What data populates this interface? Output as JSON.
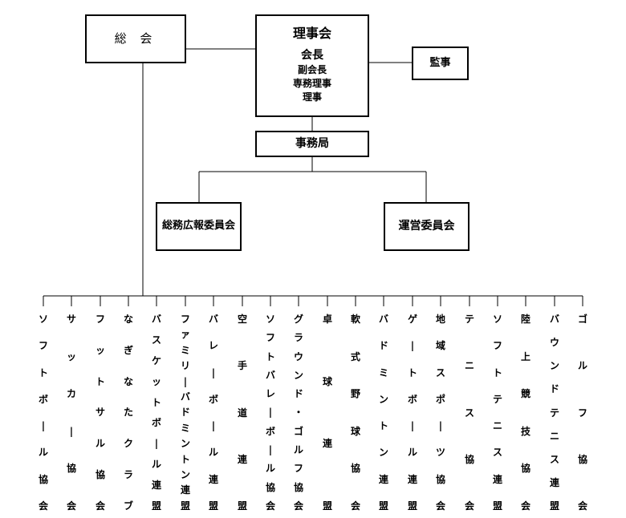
{
  "general_assembly": {
    "label": "総 会"
  },
  "board": {
    "title": "理事会",
    "roles": [
      "会長",
      "副会長",
      "専務理事",
      "理事"
    ]
  },
  "auditor": {
    "label": "監事"
  },
  "secretariat": {
    "label": "事務局"
  },
  "committees": {
    "general_affairs": "総務広報委員会",
    "operations": "運営委員会"
  },
  "member_associations": [
    "ソフトボール協会",
    "サッカー協会",
    "フットサル協会",
    "なぎなたクラブ",
    "バスケットボール連盟",
    "ファミリーバドミントン連盟",
    "バレーボール連盟",
    "空手道連盟",
    "ソフトバレーボール協会",
    "グラウンド・ゴルフ協会",
    "卓球連盟",
    "軟式野球協会",
    "バドミントン連盟",
    "ゲートボール連盟",
    "地域スポーツ協会",
    "テニス協会",
    "ソフトテニス連盟",
    "陸上競技協会",
    "バウンドテニス連盟",
    "ゴルフ協会"
  ]
}
